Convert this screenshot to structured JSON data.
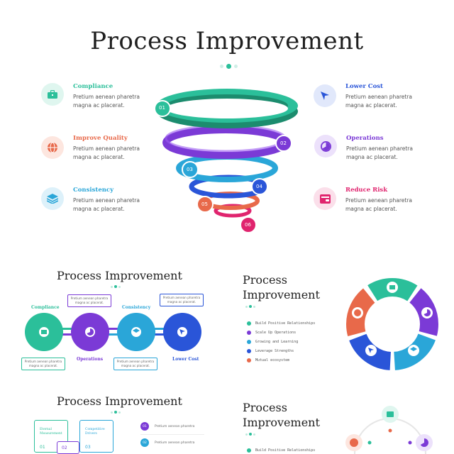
{
  "hero": {
    "title": "Process Improvement",
    "features": [
      {
        "title": "Compliance",
        "desc": "Pretium aenean pharetra magna ac placerat.",
        "color": "#2bbf9a",
        "bg": "#dff6ef",
        "icon": "briefcase-icon"
      },
      {
        "title": "Improve Quality",
        "desc": "Pretium aenean pharetra magna ac placerat.",
        "color": "#e8694a",
        "bg": "#fde6df",
        "icon": "globe-icon"
      },
      {
        "title": "Consistency",
        "desc": "Pretium aenean pharetra magna ac placerat.",
        "color": "#2aa6d8",
        "bg": "#ddf1fa",
        "icon": "layers-icon"
      },
      {
        "title": "Lower Cost",
        "desc": "Pretium aenean pharetra magna ac placerat.",
        "color": "#2a55d8",
        "bg": "#e1e8fb",
        "icon": "navigation-arrow-icon"
      },
      {
        "title": "Operations",
        "desc": "Pretium aenean pharetra magna ac placerat.",
        "color": "#7b3ad6",
        "bg": "#ece1fb",
        "icon": "pie-chart-icon"
      },
      {
        "title": "Reduce Risk",
        "desc": "Pretium aenean pharetra magna ac placerat.",
        "color": "#e0246e",
        "bg": "#fbdfea",
        "icon": "wallet-icon"
      }
    ],
    "spiral_labels": [
      "01",
      "02",
      "03",
      "04",
      "05",
      "06"
    ]
  },
  "thumb1": {
    "title": "Process Improvement",
    "labels": {
      "compliance": "Compliance",
      "operations": "Operations",
      "consistency": "Consistency",
      "lower_cost": "Lower Cost"
    },
    "note": "Pretium aenean pharetra magna ac placerat."
  },
  "thumb2": {
    "title_line1": "Process",
    "title_line2": "Improvement",
    "list": [
      {
        "text": "Build Positive Relationships",
        "color": "#2bbf9a"
      },
      {
        "text": "Scale Up Operations",
        "color": "#7b3ad6"
      },
      {
        "text": "Growing and Learning",
        "color": "#2aa6d8"
      },
      {
        "text": "Leverage Strengths",
        "color": "#2a55d8"
      },
      {
        "text": "Mutual ecosystem",
        "color": "#e8694a"
      }
    ]
  },
  "thumb3": {
    "title": "Process Improvement",
    "cards": [
      {
        "title": "Eternal Measurement",
        "num": "01"
      },
      {
        "title": "Competitive Drivers",
        "num": "03"
      },
      {
        "num": "02"
      }
    ],
    "rows": [
      {
        "num": "01",
        "text": "Pretium aenean pharetra"
      },
      {
        "num": "02",
        "text": "Pretium aenean pharetra"
      }
    ]
  },
  "thumb4": {
    "title_line1": "Process",
    "title_line2": "Improvement",
    "list": [
      {
        "text": "Build Positive Relationships",
        "color": "#2bbf9a"
      }
    ]
  }
}
